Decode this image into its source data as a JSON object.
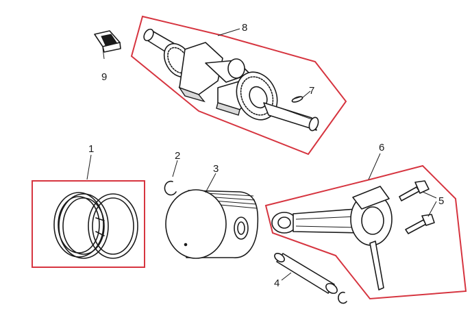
{
  "diagram": {
    "highlight_color": "#d6343f",
    "ink_color": "#1a1a1a",
    "parts": [
      {
        "number": "1",
        "icon": "piston-rings-icon"
      },
      {
        "number": "2",
        "icon": "circlip-icon"
      },
      {
        "number": "3",
        "icon": "piston-icon"
      },
      {
        "number": "4",
        "icon": "piston-pin-icon"
      },
      {
        "number": "5",
        "icon": "connecting-rod-bolt-icon"
      },
      {
        "number": "6",
        "icon": "connecting-rod-icon"
      },
      {
        "number": "7",
        "icon": "woodruff-key-icon"
      },
      {
        "number": "8",
        "icon": "crankshaft-icon"
      },
      {
        "number": "9",
        "icon": "crank-key-icon"
      }
    ]
  }
}
